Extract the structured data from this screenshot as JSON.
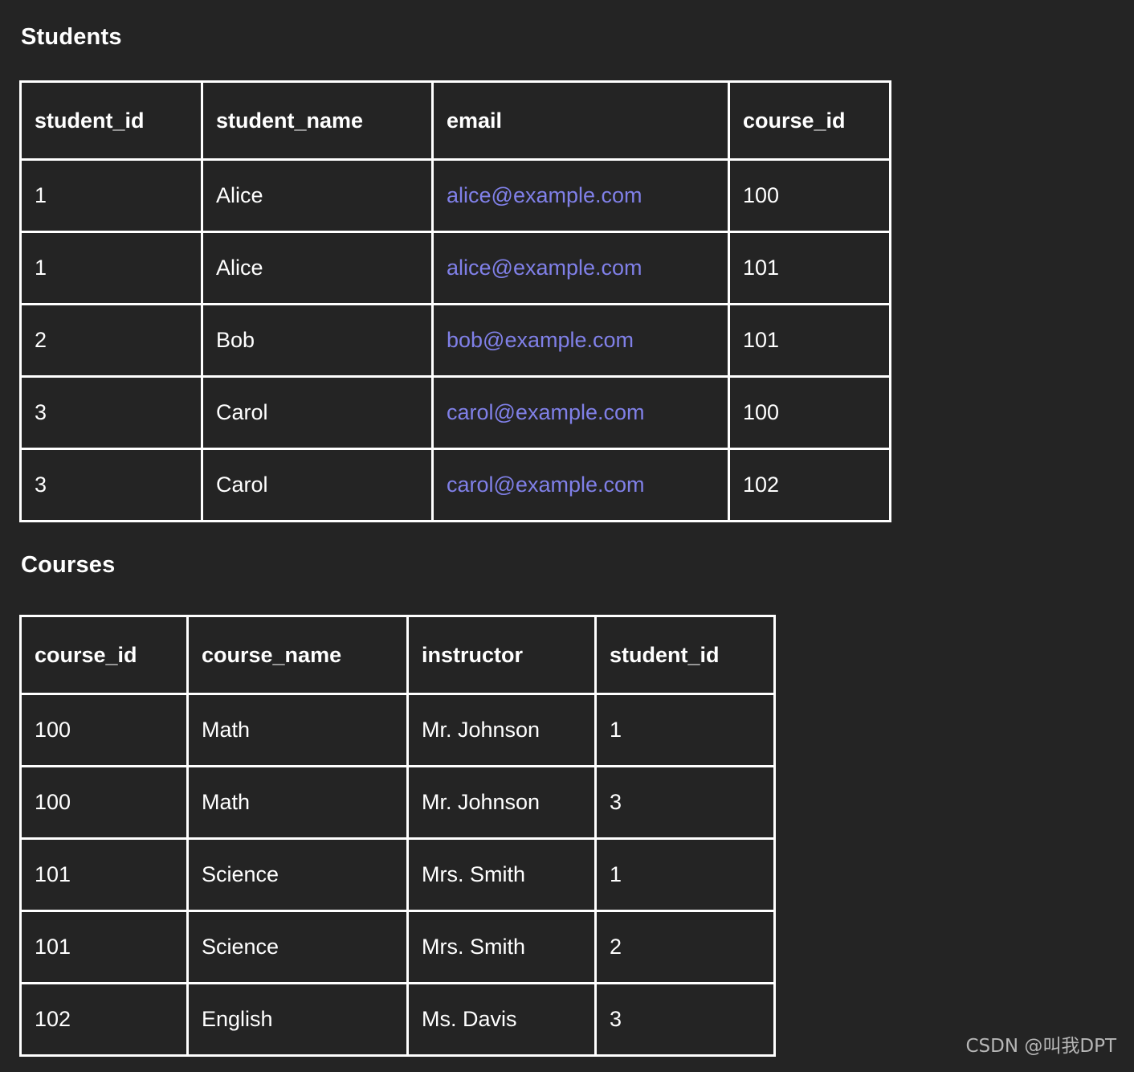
{
  "background_color": "#242424",
  "text_color": "#ffffff",
  "border_color": "#ffffff",
  "link_color": "#8080e8",
  "students": {
    "title": "Students",
    "columns": [
      "student_id",
      "student_name",
      "email",
      "course_id"
    ],
    "rows": [
      {
        "student_id": "1",
        "student_name": "Alice",
        "email": "alice@example.com",
        "course_id": "100"
      },
      {
        "student_id": "1",
        "student_name": "Alice",
        "email": "alice@example.com",
        "course_id": "101"
      },
      {
        "student_id": "2",
        "student_name": "Bob",
        "email": "bob@example.com",
        "course_id": "101"
      },
      {
        "student_id": "3",
        "student_name": "Carol",
        "email": "carol@example.com",
        "course_id": "100"
      },
      {
        "student_id": "3",
        "student_name": "Carol",
        "email": "carol@example.com",
        "course_id": "102"
      }
    ]
  },
  "courses": {
    "title": "Courses",
    "columns": [
      "course_id",
      "course_name",
      "instructor",
      "student_id"
    ],
    "rows": [
      {
        "course_id": "100",
        "course_name": "Math",
        "instructor": "Mr. Johnson",
        "student_id": "1"
      },
      {
        "course_id": "100",
        "course_name": "Math",
        "instructor": "Mr. Johnson",
        "student_id": "3"
      },
      {
        "course_id": "101",
        "course_name": "Science",
        "instructor": "Mrs. Smith",
        "student_id": "1"
      },
      {
        "course_id": "101",
        "course_name": "Science",
        "instructor": "Mrs. Smith",
        "student_id": "2"
      },
      {
        "course_id": "102",
        "course_name": "English",
        "instructor": "Ms. Davis",
        "student_id": "3"
      }
    ]
  },
  "watermark": {
    "text": "CSDN @叫我DPT"
  }
}
